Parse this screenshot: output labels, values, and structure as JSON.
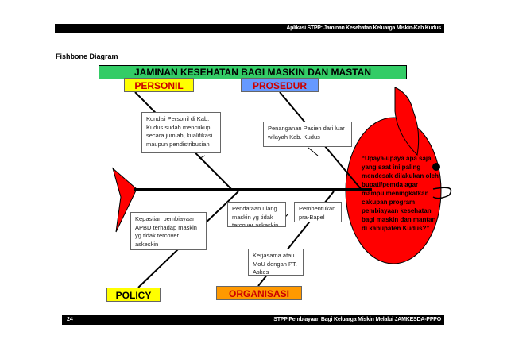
{
  "header": {
    "title": "Aplikasi STPP: Jaminan Kesehatan Keluarga Miskin-Kab Kudus"
  },
  "slide_label": "Fishbone Diagram",
  "diagram": {
    "title": "JAMINAN KESEHATAN BAGI MASKIN DAN MASTAN",
    "categories": {
      "personil": "PERSONIL",
      "prosedur": "PROSEDUR",
      "policy": "POLICY",
      "organisasi": "ORGANISASI"
    },
    "notes": [
      "Kondisi Personil di Kab. Kudus sudah mencukupi secara jumlah, kualifikasi maupun pendistribusian",
      "Penanganan Pasien dari luar wilayah Kab. Kudus",
      "Kepastian pembiayaan APBD terhadap maskin yg tidak tercover askeskin",
      "Pendataan ulang maskin yg tidak tercover askeskin",
      "Pembentukan pra-Bapel",
      "Kerjasama atau MoU dengan PT. Askes"
    ],
    "effect_quote": "“Upaya-upaya apa saja yang saat ini paling mendesak dilakukan oleh bupati/pemda agar mampu meningkatkan cakupan program pembiayaan kesehatan bagi maskin dan mantan di kabupaten Kudus?”",
    "colors": {
      "title_bg": "#33cc66",
      "personil_bg": "#ffff00",
      "prosedur_bg": "#6699ff",
      "policy_bg": "#ffff00",
      "organisasi_bg": "#ff9900",
      "fish_body": "#ff0000"
    }
  },
  "footer": {
    "page_number": "24",
    "text": "STPP Pembiayaan Bagi Keluarga Miskin Melalui JAMKESDA-PPPO"
  }
}
